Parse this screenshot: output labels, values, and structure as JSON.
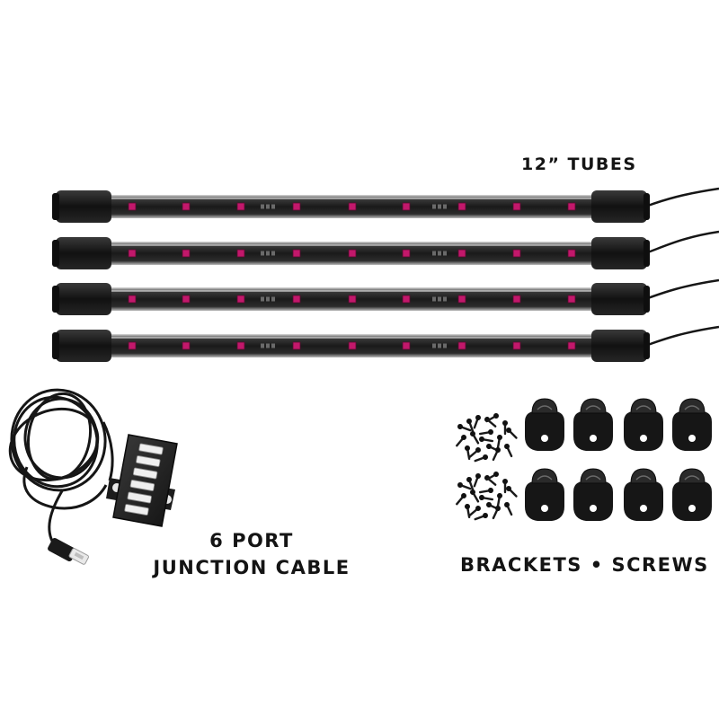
{
  "labels": {
    "tubes": "12” TUBES",
    "junction_line1": "6 PORT",
    "junction_line2": "JUNCTION CABLE",
    "brackets": "BRACKETS • SCREWS"
  },
  "counts": {
    "tubes": 4,
    "brackets": 8,
    "junction_ports": 6
  },
  "colors": {
    "background": "#ffffff",
    "product_black": "#141414",
    "led_magenta": "#c2186b"
  }
}
